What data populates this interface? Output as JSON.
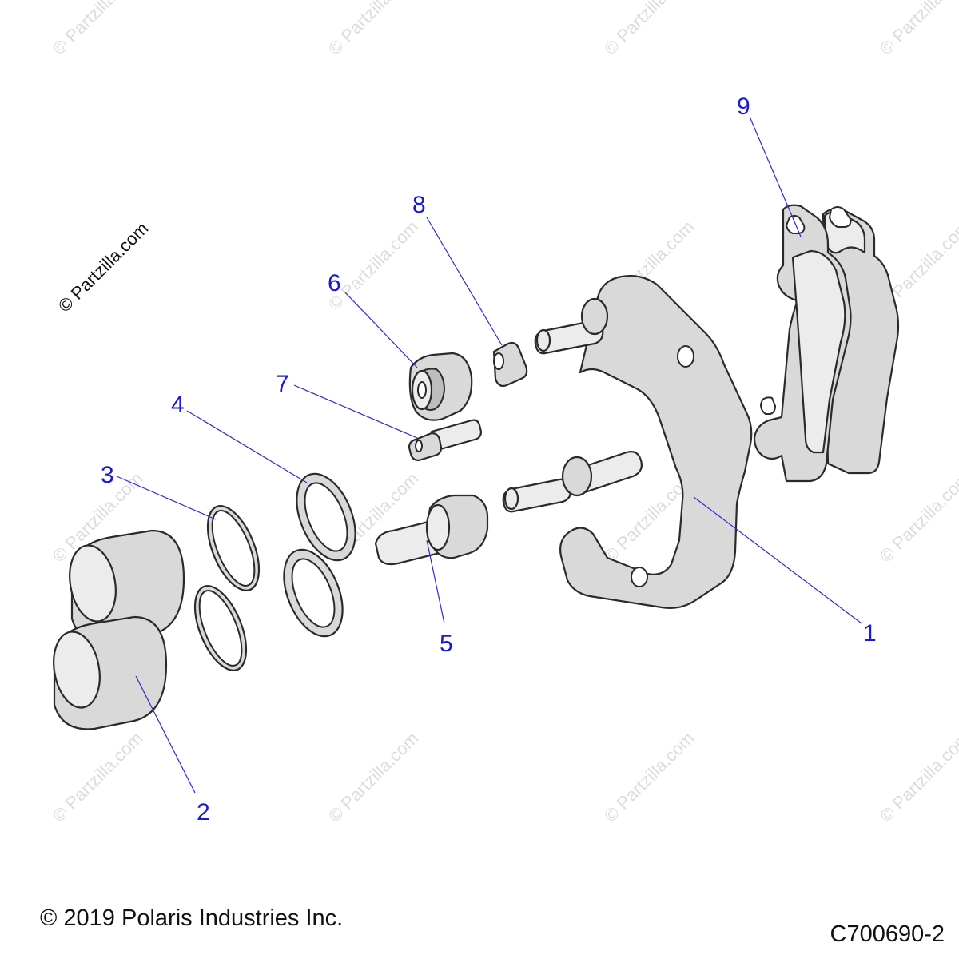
{
  "watermark": {
    "brand_text": "© Partzilla.com"
  },
  "callouts": [
    {
      "id": "callout-1",
      "label": "1"
    },
    {
      "id": "callout-2",
      "label": "2"
    },
    {
      "id": "callout-3",
      "label": "3"
    },
    {
      "id": "callout-4",
      "label": "4"
    },
    {
      "id": "callout-5",
      "label": "5"
    },
    {
      "id": "callout-6",
      "label": "6"
    },
    {
      "id": "callout-7",
      "label": "7"
    },
    {
      "id": "callout-8",
      "label": "8"
    },
    {
      "id": "callout-9",
      "label": "9"
    }
  ],
  "footer": {
    "copyright": "© 2019 Polaris Industries Inc.",
    "drawing_id": "C700690-2"
  },
  "colors": {
    "callout": "#1a1ad6",
    "part_fill": "#d9d9d9",
    "outline": "#2a2a2a"
  }
}
